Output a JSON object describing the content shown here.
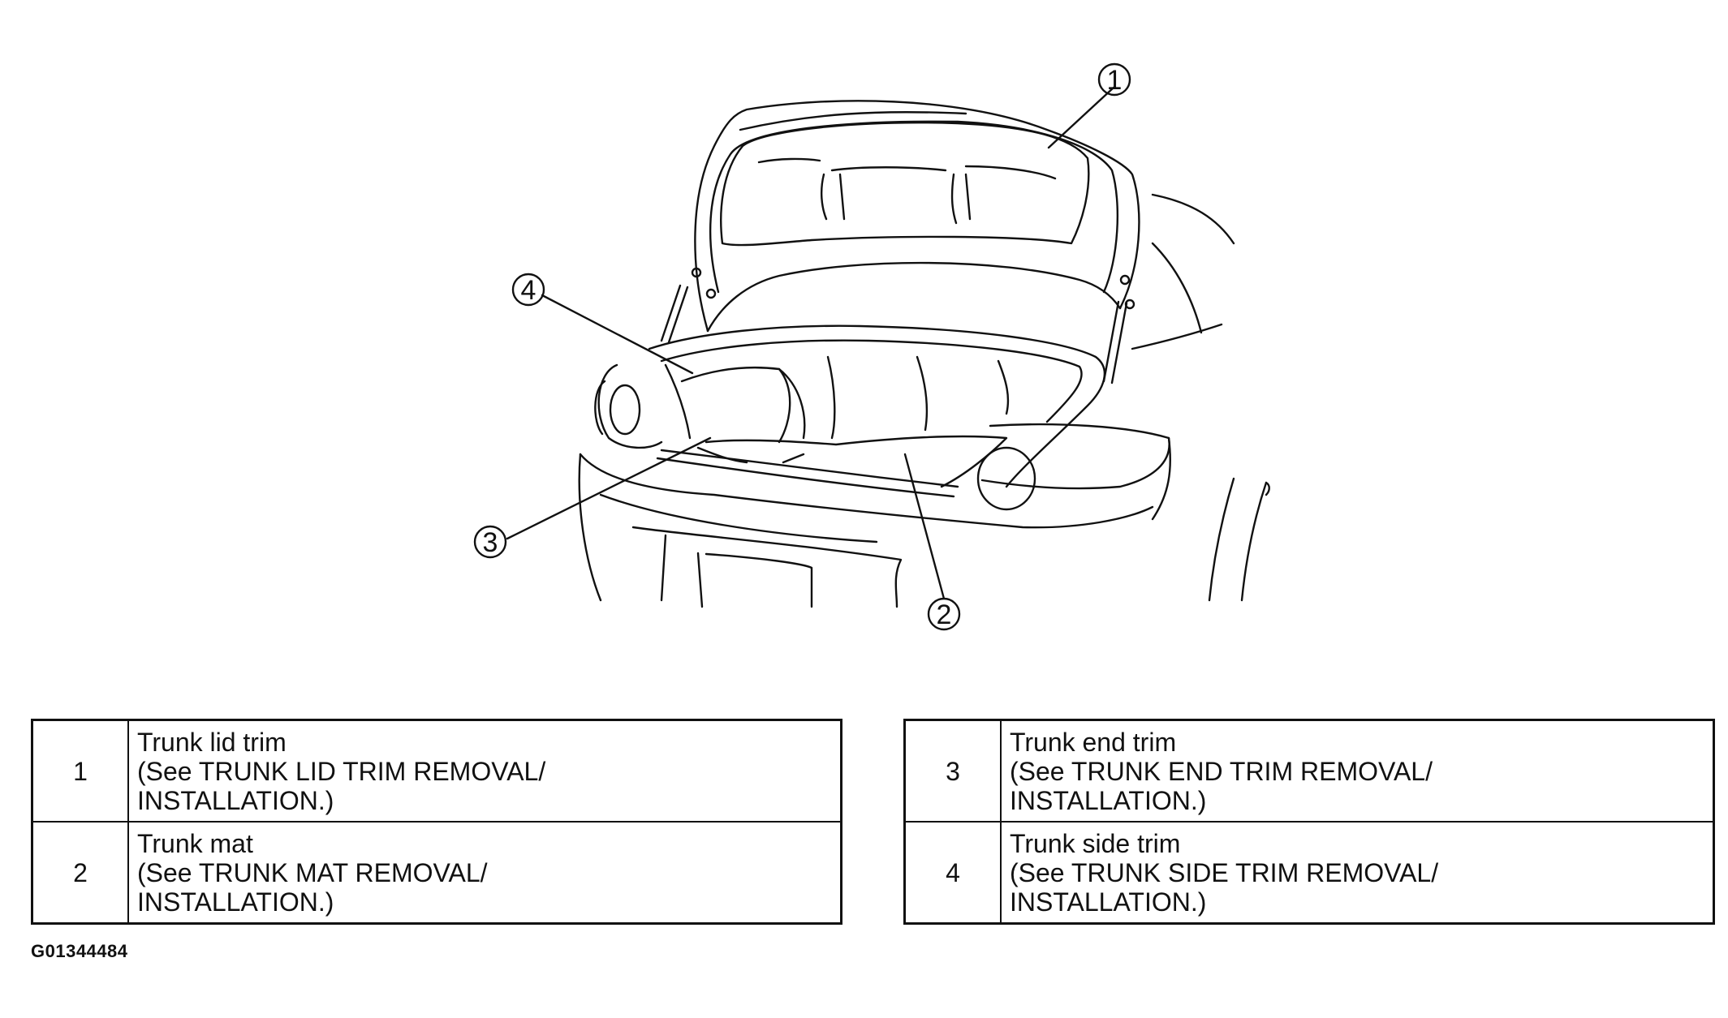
{
  "callouts": [
    "1",
    "2",
    "3",
    "4"
  ],
  "legend": {
    "left": [
      {
        "num": "1",
        "name": "Trunk lid trim",
        "ref_line1": "(See TRUNK LID TRIM REMOVAL/",
        "ref_line2": "INSTALLATION.)"
      },
      {
        "num": "2",
        "name": "Trunk mat",
        "ref_line1": "(See TRUNK MAT REMOVAL/",
        "ref_line2": "INSTALLATION.)"
      }
    ],
    "right": [
      {
        "num": "3",
        "name": "Trunk end trim",
        "ref_line1": "(See TRUNK END TRIM REMOVAL/",
        "ref_line2": "INSTALLATION.)"
      },
      {
        "num": "4",
        "name": "Trunk side trim",
        "ref_line1": "(See TRUNK SIDE TRIM REMOVAL/",
        "ref_line2": "INSTALLATION.)"
      }
    ]
  },
  "figure_id": "G01344484"
}
